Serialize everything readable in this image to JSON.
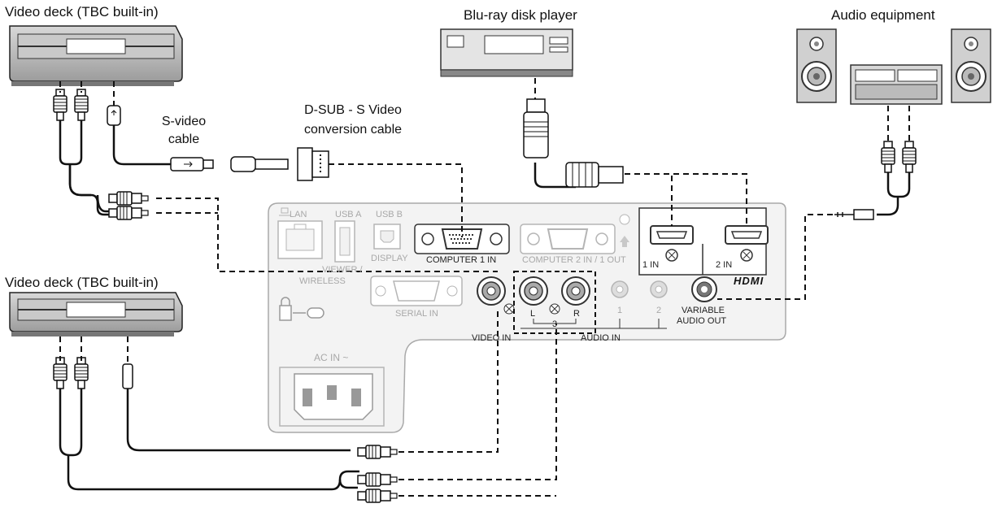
{
  "devices": {
    "video_deck_top": "Video deck (TBC built-in)",
    "video_deck_bottom": "Video deck (TBC built-in)",
    "bluray": "Blu-ray disk player",
    "audio": "Audio equipment"
  },
  "cables": {
    "svideo_line1": "S-video",
    "svideo_line2": "cable",
    "dsub_line1": "D-SUB - S Video",
    "dsub_line2": "conversion cable"
  },
  "panel": {
    "lan": "LAN",
    "usb_a": "USB A",
    "usb_b": "USB B",
    "display": "DISPLAY",
    "viewer_line1": "VIEWER /",
    "viewer_line2": "WIRELESS",
    "computer1": "COMPUTER 1 IN",
    "computer2": "COMPUTER 2 IN / 1 OUT",
    "serial": "SERIAL IN",
    "video_in": "VIDEO IN",
    "audio_in": "AUDIO IN",
    "audio_l": "L",
    "audio_r": "R",
    "audio_3": "3",
    "audio_1": "1",
    "audio_2": "2",
    "variable_line1": "VARIABLE",
    "variable_line2": "AUDIO OUT",
    "hdmi1": "1 IN",
    "hdmi2": "2 IN",
    "hdmi_logo": "HDMI",
    "ac_in": "AC IN ~"
  }
}
